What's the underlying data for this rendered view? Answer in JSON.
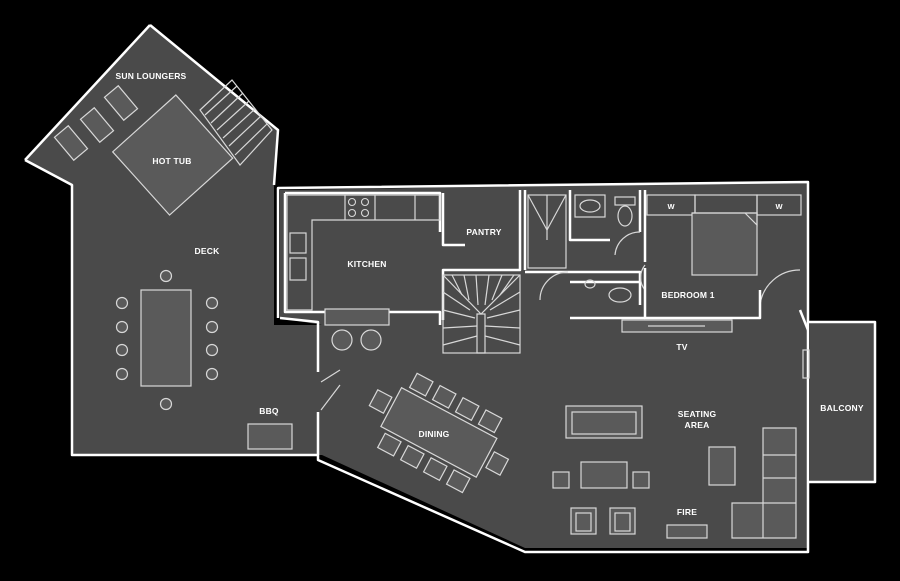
{
  "rooms": {
    "sun_loungers": "SUN LOUNGERS",
    "hot_tub": "HOT TUB",
    "deck": "DECK",
    "bbq": "BBQ",
    "kitchen": "KITCHEN",
    "pantry": "PANTRY",
    "bedroom": "BEDROOM 1",
    "tv": "TV",
    "dining": "DINING",
    "seating_line1": "SEATING",
    "seating_line2": "AREA",
    "balcony": "BALCONY",
    "fire": "FIRE"
  },
  "wardrobe_left": "W",
  "wardrobe_right": "W",
  "colors": {
    "background": "#000000",
    "floor": "#4a4a4a",
    "wall": "#ffffff",
    "furniture_outline": "#d8d8d8"
  }
}
